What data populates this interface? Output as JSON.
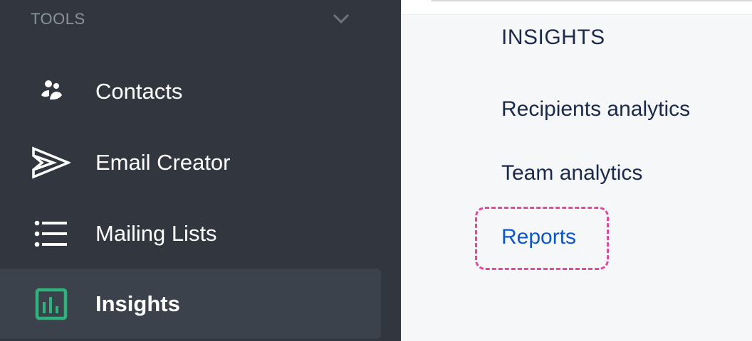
{
  "sidebar": {
    "section_label": "TOOLS",
    "items": [
      {
        "label": "Contacts",
        "icon": "contacts-icon"
      },
      {
        "label": "Email Creator",
        "icon": "send-icon"
      },
      {
        "label": "Mailing Lists",
        "icon": "list-icon"
      },
      {
        "label": "Insights",
        "icon": "bar-chart-icon",
        "active": true
      }
    ]
  },
  "submenu": {
    "heading": "INSIGHTS",
    "links": [
      "Recipients analytics",
      "Team analytics",
      "Reports"
    ]
  },
  "colors": {
    "accent_green": "#2fb37d",
    "link_blue": "#0b57d0",
    "highlight_pink": "#e8479b"
  }
}
